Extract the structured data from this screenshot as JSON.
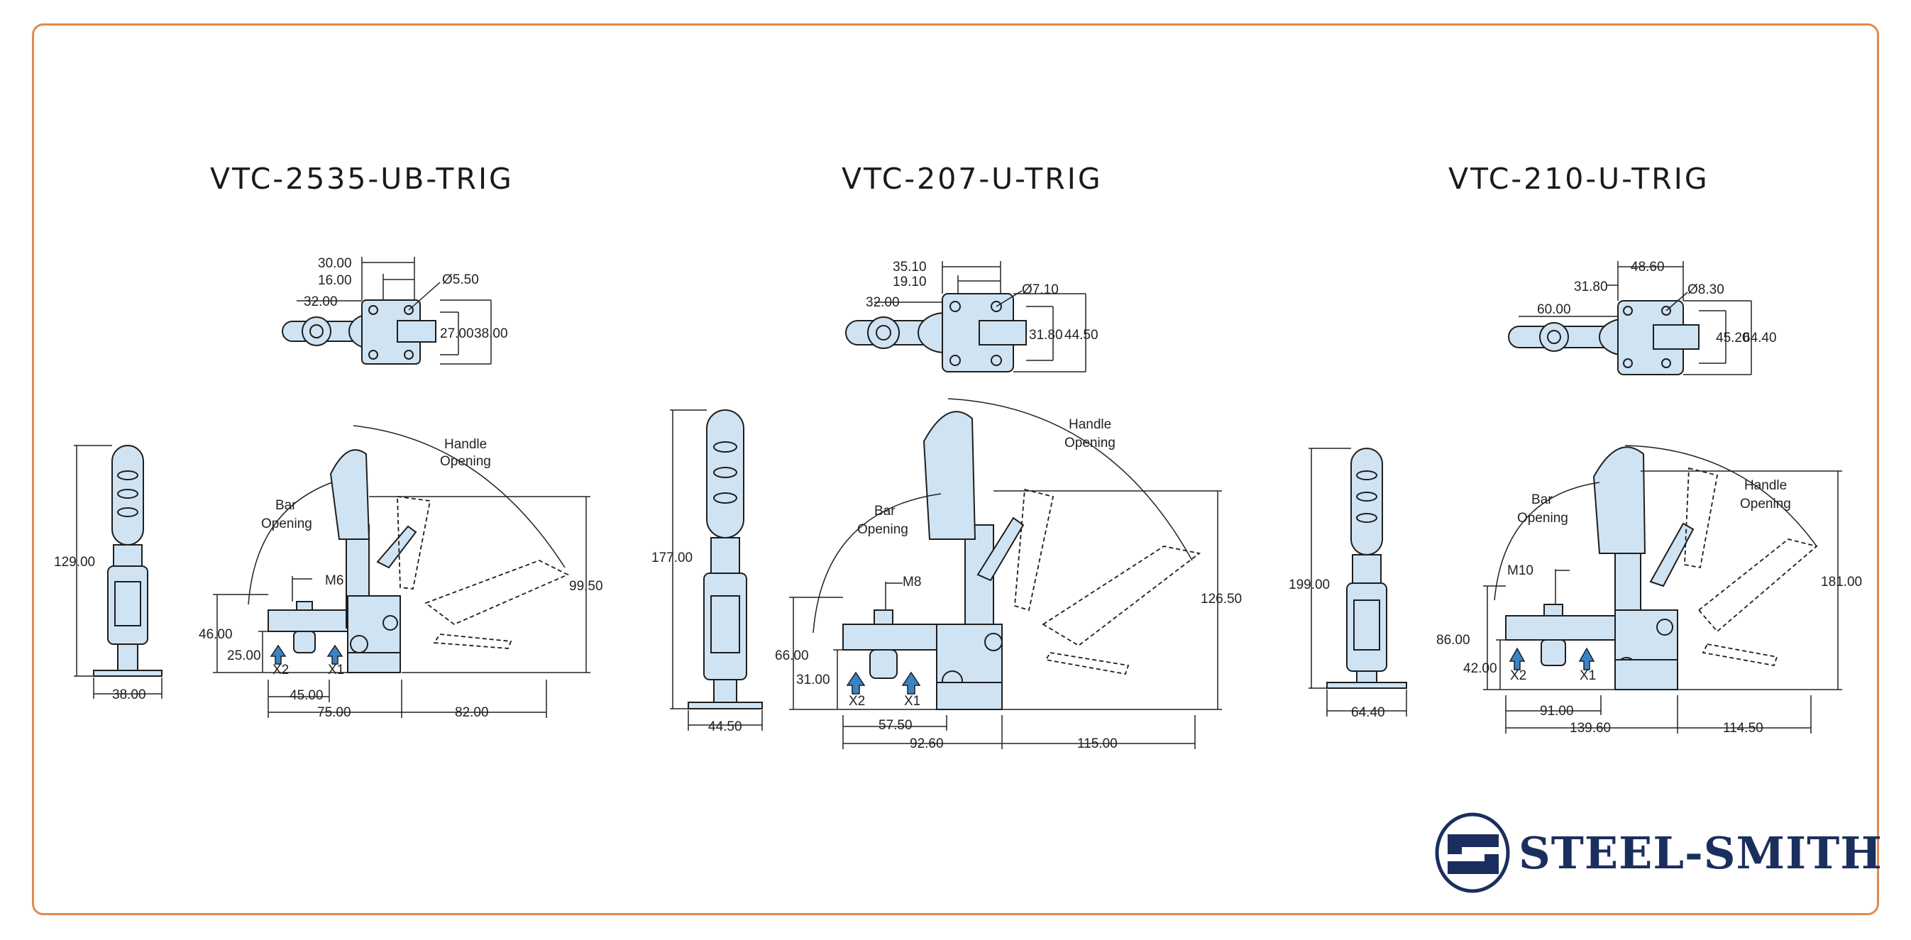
{
  "colors": {
    "border": "#e08a4e",
    "part_fill": "#cfe3f3",
    "line": "#1e1e1e",
    "brand": "#1b2f5e"
  },
  "models": [
    {
      "name": "VTC-2535-UB-TRIG",
      "top_dims": [
        "30.00",
        "16.00",
        "32.00",
        "Ø5.50",
        "27.00",
        "38.00"
      ],
      "side_dims": [
        "129.00",
        "38.00"
      ],
      "main_dims": [
        "M6",
        "46.00",
        "25.00",
        "45.00",
        "75.00",
        "82.00",
        "99.50"
      ],
      "labels": {
        "bar": "Bar",
        "bar2": "Opening",
        "handle": "Handle",
        "handle2": "Opening",
        "x2": "X2",
        "x1": "X1"
      }
    },
    {
      "name": "VTC-207-U-TRIG",
      "top_dims": [
        "35.10",
        "19.10",
        "32.00",
        "Ø7.10",
        "31.80",
        "44.50"
      ],
      "side_dims": [
        "177.00",
        "44.50"
      ],
      "main_dims": [
        "M8",
        "66.00",
        "31.00",
        "57.50",
        "92.60",
        "115.00",
        "126.50"
      ],
      "labels": {
        "bar": "Bar",
        "bar2": "Opening",
        "handle": "Handle",
        "handle2": "Opening",
        "x2": "X2",
        "x1": "X1"
      }
    },
    {
      "name": "VTC-210-U-TRIG",
      "top_dims": [
        "48.60",
        "31.80",
        "60.00",
        "Ø8.30",
        "45.20",
        "64.40"
      ],
      "side_dims": [
        "199.00",
        "64.40"
      ],
      "main_dims": [
        "M10",
        "86.00",
        "42.00",
        "91.00",
        "139.60",
        "114.50",
        "181.00"
      ],
      "labels": {
        "bar": "Bar",
        "bar2": "Opening",
        "handle": "Handle",
        "handle2": "Opening",
        "x2": "X2",
        "x1": "X1"
      }
    }
  ],
  "brand": {
    "name": "STEEL-SMITH"
  }
}
